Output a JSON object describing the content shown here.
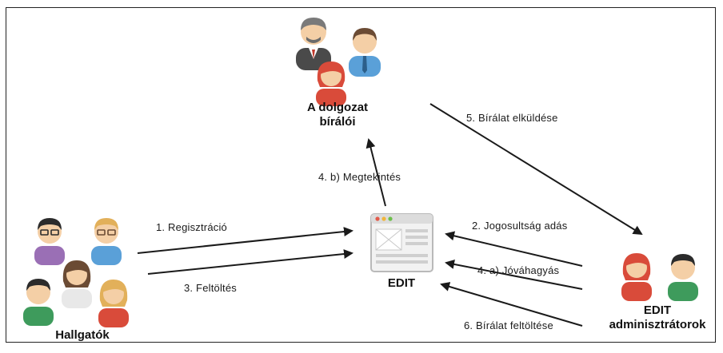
{
  "groups": {
    "reviewers": {
      "line1": "A dolgozat",
      "line2": "bírálói"
    },
    "students": {
      "label": "Hallgatók"
    },
    "edit": {
      "label": "EDIT"
    },
    "admins": {
      "line1": "EDIT",
      "line2": "adminisztrátorok"
    }
  },
  "steps": {
    "s1": "1. Regisztráció",
    "s2": "2. Jogosultság adás",
    "s3": "3. Feltöltés",
    "s4a": "4. a) Jóváhagyás",
    "s4b": "4. b) Megtekintés",
    "s5": "5. Bírálat elküldése",
    "s6": "6. Bírálat feltöltése"
  },
  "colors": {
    "arrow": "#1a1a1a",
    "skin": "#f4cfa6",
    "hair_gray": "#7a7a7a",
    "hair_black": "#2b2b2b",
    "hair_red": "#d94b3a",
    "hair_brown": "#6b4b34",
    "hair_blond": "#e2b05a",
    "shirt_blue": "#5aa0d8",
    "shirt_purple": "#9a6fb5",
    "shirt_green": "#3e9b5c",
    "shirt_red": "#d94b3a",
    "shirt_white": "#e8e8e8",
    "suit_dark": "#4a4a4a"
  }
}
